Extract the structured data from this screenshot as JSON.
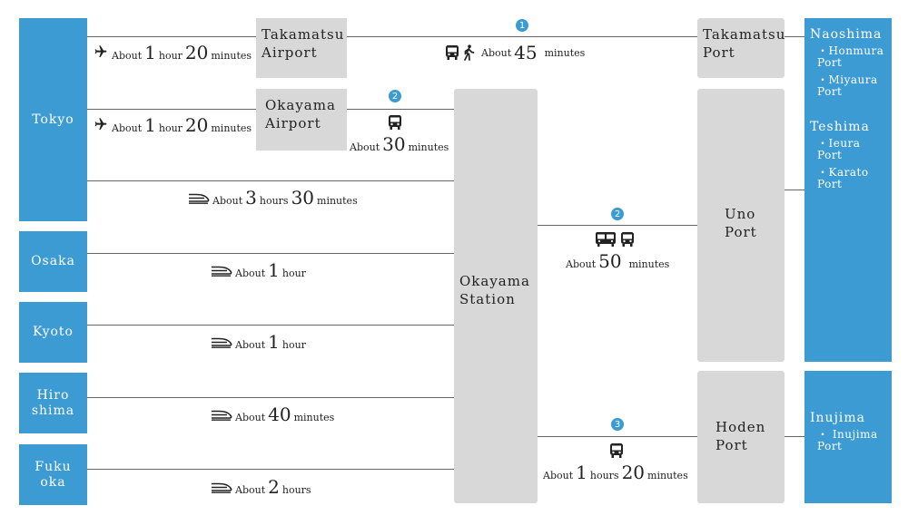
{
  "colors": {
    "blue": "#3d9bd3",
    "gray": "#d8d8d8",
    "line": "#666666"
  },
  "cities": {
    "tokyo": "Tokyo",
    "osaka": "Osaka",
    "kyoto": "Kyoto",
    "hiroshima": "Hiro\nshima",
    "fukuoka": "Fuku\noka"
  },
  "hubs": {
    "takamatsu_airport": "Takamatsu\nAirport",
    "okayama_airport": "Okayama\nAirport",
    "okayama_station": "Okayama\nStation",
    "takamatsu_port": "Takamatsu\nPort",
    "uno_port": "Uno\nPort",
    "hoden_port": "Hoden\nPort"
  },
  "islands": {
    "naoshima": {
      "name": "Naoshima",
      "ports": [
        "・Honmura\nPort",
        "・Miyaura\nPort"
      ]
    },
    "teshima": {
      "name": "Teshima",
      "ports": [
        "・Ieura\nPort",
        "・Karato\nPort"
      ]
    },
    "inujima": {
      "name": "Inujima",
      "ports": [
        "・ Inujima\nPort"
      ]
    }
  },
  "routes": {
    "tokyo_takamatsu": {
      "pre": "About",
      "n1": "1",
      "u1": "hour",
      "n2": "20",
      "u2": "minutes",
      "icon": "airplane-icon"
    },
    "tokyo_okayama": {
      "pre": "About",
      "n1": "1",
      "u1": "hour",
      "n2": "20",
      "u2": "minutes",
      "icon": "airplane-icon"
    },
    "tokyo_station": {
      "pre": "About",
      "n1": "3",
      "u1": "hours",
      "n2": "30",
      "u2": "minutes",
      "icon": "shinkansen-icon"
    },
    "osaka_station": {
      "pre": "About",
      "n1": "1",
      "u1": "hour",
      "icon": "shinkansen-icon"
    },
    "kyoto_station": {
      "pre": "About",
      "n1": "1",
      "u1": "hour",
      "icon": "shinkansen-icon"
    },
    "hiroshima_station": {
      "pre": "About",
      "n1": "40",
      "u1": "minutes",
      "icon": "shinkansen-icon"
    },
    "fukuoka_station": {
      "pre": "About",
      "n1": "2",
      "u1": "hours",
      "icon": "shinkansen-icon"
    },
    "takamatsu_airport_port": {
      "badge": "1",
      "pre": "About",
      "n1": "45",
      "u1": "minutes",
      "icon": "bus-walk-icon"
    },
    "okayama_airport_station": {
      "badge": "2",
      "pre": "About",
      "n1": "30",
      "u1": "minutes",
      "icon": "bus-icon"
    },
    "station_uno": {
      "badge": "2",
      "pre": "About",
      "n1": "50",
      "u1": "minutes",
      "icon": "train-bus-icon"
    },
    "station_hoden": {
      "badge": "3",
      "pre": "About",
      "n1": "1",
      "u1": "hours",
      "n2": "20",
      "u2": "minutes",
      "icon": "bus-icon"
    }
  }
}
